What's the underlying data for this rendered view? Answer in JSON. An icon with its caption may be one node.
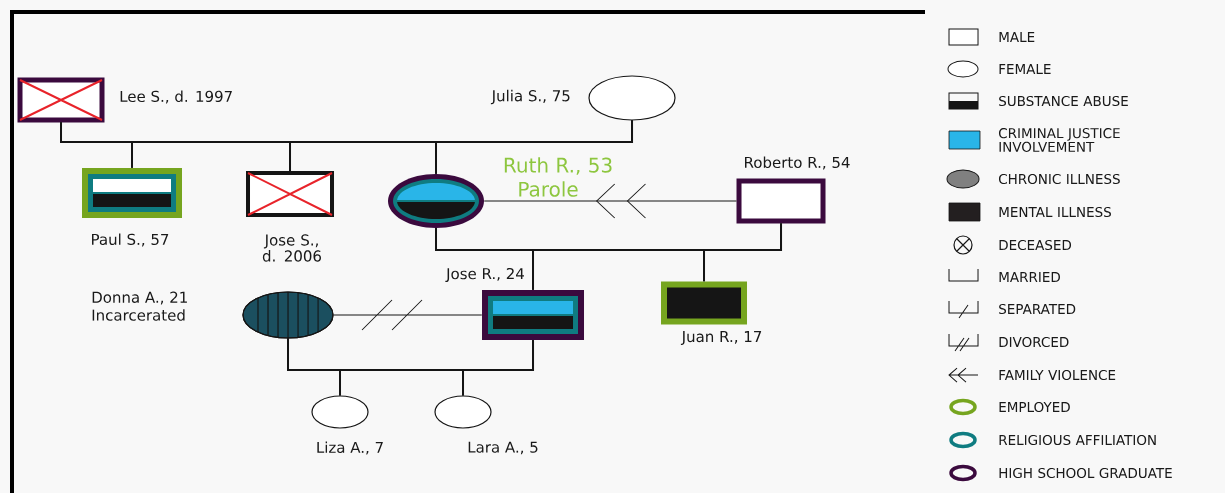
{
  "diagram": {
    "nodes": [
      {
        "text": [
          "Lee S., d. 1997"
        ]
      },
      {
        "text": [
          "Julia S., 75"
        ]
      },
      {
        "text": [
          "Paul S., 57"
        ]
      },
      {
        "text": [
          "Jose S., d. 2006"
        ]
      },
      {
        "text": [
          "Ruth R., 53",
          "Parole"
        ]
      },
      {
        "text": [
          "Roberto R., 54"
        ]
      },
      {
        "text": [
          "Donna A., 21",
          "Incarcerated"
        ]
      },
      {
        "text": [
          "Jose R., 24"
        ]
      },
      {
        "text": [
          "Juan R., 17"
        ]
      },
      {
        "text": [
          "Liza A., 7"
        ]
      },
      {
        "text": [
          "Lara A., 5"
        ]
      }
    ],
    "edges": [
      {
        "from": 0,
        "to": 1,
        "arrow": "none"
      },
      {
        "from": 0,
        "to": 2,
        "arrow": "none"
      },
      {
        "from": 0,
        "to": 3,
        "arrow": "none"
      },
      {
        "from": 0,
        "to": 4,
        "arrow": "none"
      },
      {
        "from": 1,
        "to": 2,
        "arrow": "none"
      },
      {
        "from": 1,
        "to": 3,
        "arrow": "none"
      },
      {
        "from": 1,
        "to": 4,
        "arrow": "none"
      },
      {
        "from": 5,
        "to": 4,
        "arrow": "to"
      },
      {
        "from": 4,
        "to": 5,
        "arrow": "none"
      },
      {
        "from": 4,
        "to": 7,
        "arrow": "none"
      },
      {
        "from": 4,
        "to": 8,
        "arrow": "none"
      },
      {
        "from": 5,
        "to": 7,
        "arrow": "none"
      },
      {
        "from": 5,
        "to": 8,
        "arrow": "none"
      },
      {
        "from": 6,
        "to": 7,
        "arrow": "none"
      },
      {
        "from": 6,
        "to": 7,
        "arrow": "none"
      },
      {
        "from": 6,
        "to": 9,
        "arrow": "none"
      },
      {
        "from": 6,
        "to": 10,
        "arrow": "none"
      },
      {
        "from": 7,
        "to": 9,
        "arrow": "none"
      },
      {
        "from": 7,
        "to": 10,
        "arrow": "none"
      }
    ],
    "legend": [
      {
        "text": "MALE"
      },
      {
        "text": "FEMALE"
      },
      {
        "text": "SUBSTANCE ABUSE"
      },
      {
        "text": "CRIMINAL JUSTICE INVOLVEMENT",
        "color": "#29b5e8"
      },
      {
        "text": "CHRONIC ILLNESS",
        "color": "#808080"
      },
      {
        "text": "MENTAL ILLNESS",
        "color": "#231f20"
      },
      {
        "text": "DECEASED"
      },
      {
        "text": "MARRIED"
      },
      {
        "text": "SEPARATED"
      },
      {
        "text": "DIVORCED"
      },
      {
        "text": "FAMILY VIOLENCE"
      },
      {
        "text": "EMPLOYED",
        "color": "#76a51f"
      },
      {
        "text": "RELIGIOUS AFFILIATION",
        "color": "#0f7c81"
      },
      {
        "text": "HIGH SCHOOL GRADUATE",
        "color": "#3b0a3e"
      }
    ]
  }
}
